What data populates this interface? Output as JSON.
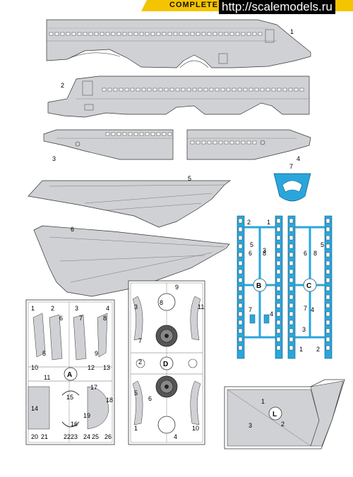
{
  "banner": {
    "title": "COMPLETE",
    "site": "http://scalemodels.ru"
  },
  "part_numbers": {
    "fuselage_left": "1",
    "fuselage_right": "2",
    "rear_left": "3",
    "rear_right": "4",
    "wing_upper": "5",
    "wing_lower": "6",
    "nose_piece": "7"
  },
  "sprues": {
    "a": {
      "letter": "A",
      "parts": [
        "1",
        "2",
        "3",
        "4",
        "5",
        "6",
        "7",
        "8",
        "9",
        "10",
        "11",
        "12",
        "13",
        "14",
        "15",
        "16",
        "17",
        "18",
        "19",
        "20",
        "21",
        "22",
        "23",
        "24",
        "25",
        "26"
      ]
    },
    "d": {
      "letter": "D",
      "parts": [
        "1",
        "2",
        "3",
        "4",
        "5",
        "6",
        "7",
        "8",
        "9",
        "10",
        "11"
      ]
    },
    "b": {
      "letter": "B",
      "parts": [
        "1",
        "2",
        "3",
        "4",
        "5",
        "6",
        "7",
        "8"
      ]
    },
    "c": {
      "letter": "C",
      "parts": [
        "1",
        "2",
        "3",
        "4",
        "5",
        "6",
        "7",
        "8"
      ]
    },
    "l": {
      "letter": "L",
      "parts": [
        "1",
        "2",
        "3"
      ]
    }
  },
  "colors": {
    "grey_part": "#cfd1d4",
    "blue_part": "#2aa6dc",
    "banner": "#f5c400"
  }
}
